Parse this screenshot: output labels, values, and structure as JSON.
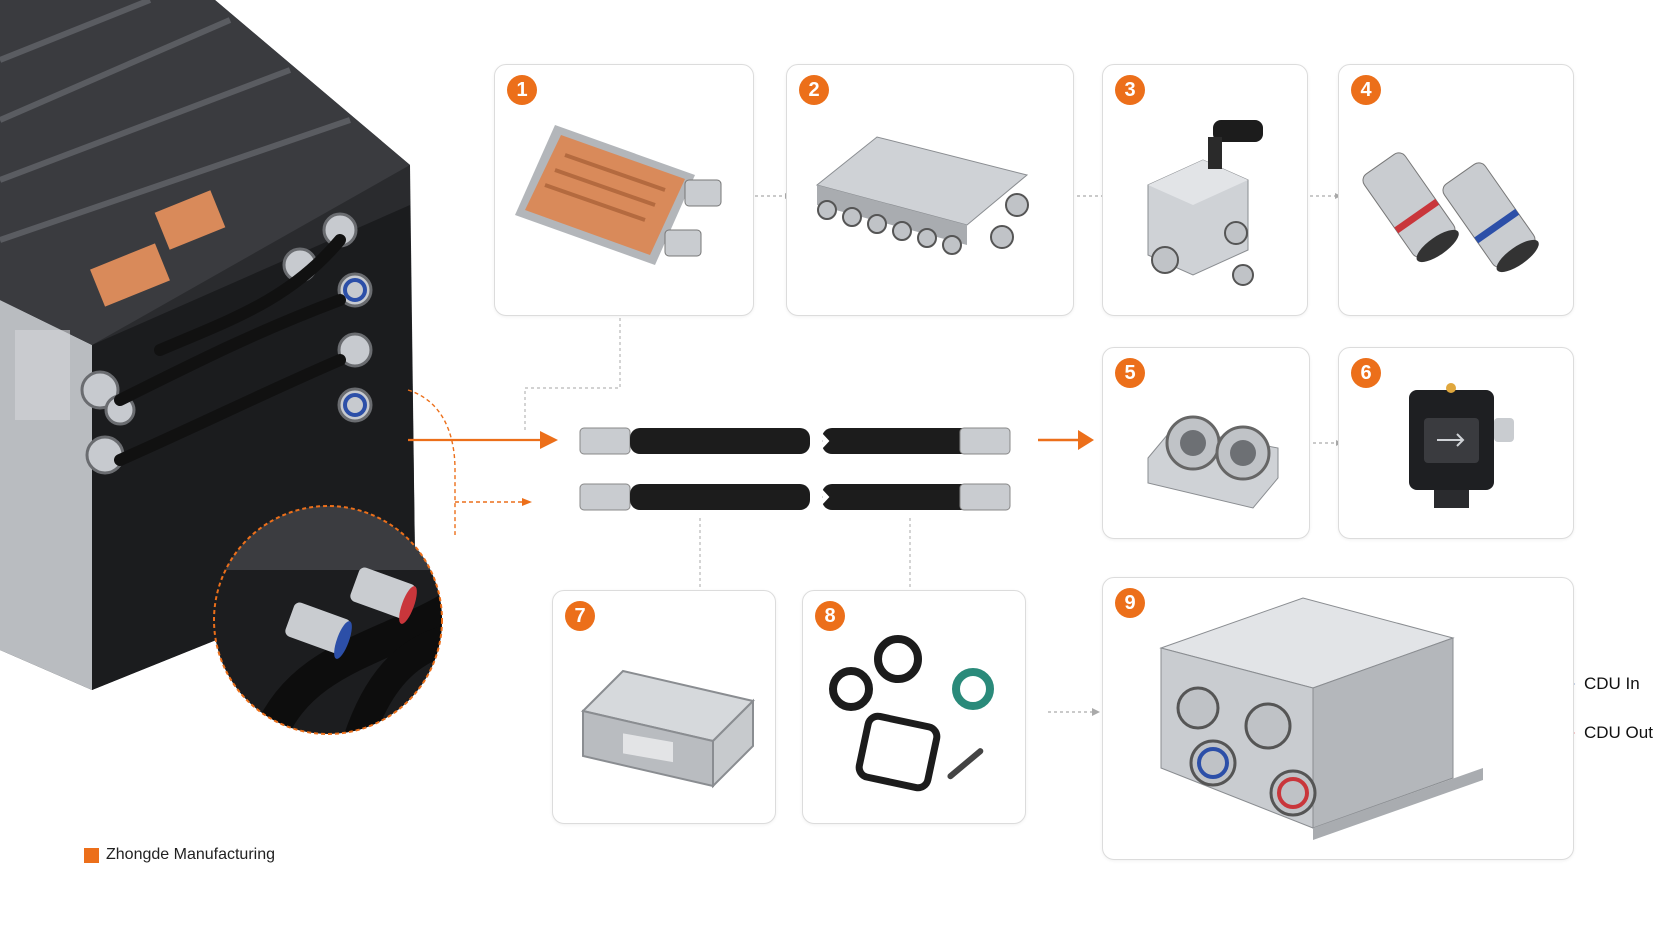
{
  "components": [
    {
      "number": "1",
      "name": "cold-plate"
    },
    {
      "number": "2",
      "name": "manifold"
    },
    {
      "number": "3",
      "name": "valve-block"
    },
    {
      "number": "4",
      "name": "quick-connectors"
    },
    {
      "number": "5",
      "name": "adapter-block"
    },
    {
      "number": "6",
      "name": "sensor-module"
    },
    {
      "number": "7",
      "name": "mounting-bracket"
    },
    {
      "number": "8",
      "name": "seals-gaskets"
    },
    {
      "number": "9",
      "name": "cdu-distribution-box"
    }
  ],
  "cdu": {
    "in_label": "CDU In",
    "out_label": "CDU Out",
    "in_color": "#1f4fa0",
    "out_color": "#d62b2b"
  },
  "legend": {
    "label": "Zhongde Manufacturing",
    "color": "#ec6f1a"
  },
  "colors": {
    "accent": "#ec6f1a",
    "copper": "#d98a5a",
    "steel": "#c9ccd0",
    "hose": "#1c1c1c"
  }
}
